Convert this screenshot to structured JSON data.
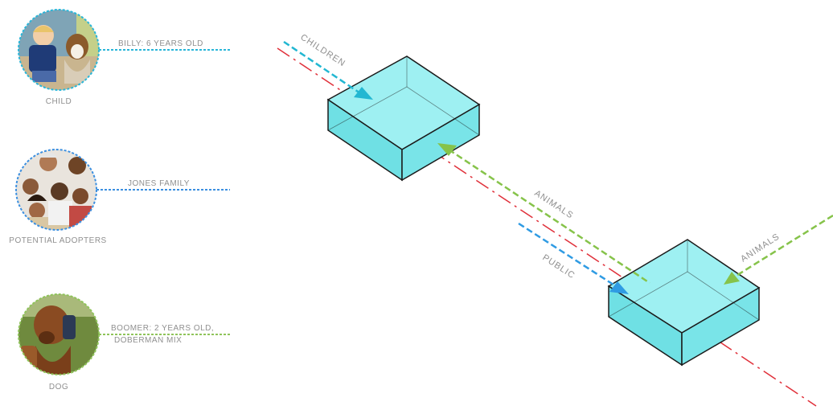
{
  "colors": {
    "child": "#29b6d9",
    "adopters": "#3b8fe0",
    "dog": "#8fc45a",
    "animals_arrow": "#86c34a",
    "children_arrow": "#22b7d2",
    "public_arrow": "#2f9be3",
    "red_axis": "#e0303a",
    "box_fill": "#7fe3e6",
    "box_stroke": "#1b1b1b"
  },
  "personas": [
    {
      "caption": "CHILD",
      "label": "BILLY: 6 YEARS OLD",
      "label_line2": ""
    },
    {
      "caption": "POTENTIAL ADOPTERS",
      "label": "JONES FAMILY",
      "label_line2": ""
    },
    {
      "caption": "DOG",
      "label": "BOOMER: 2 YEARS OLD,",
      "label_line2": "DOBERMAN MIX"
    }
  ],
  "flows": {
    "children": "CHILDREN",
    "animals_1": "ANIMALS",
    "public": "PUBLIC",
    "animals_2": "ANIMALS"
  }
}
